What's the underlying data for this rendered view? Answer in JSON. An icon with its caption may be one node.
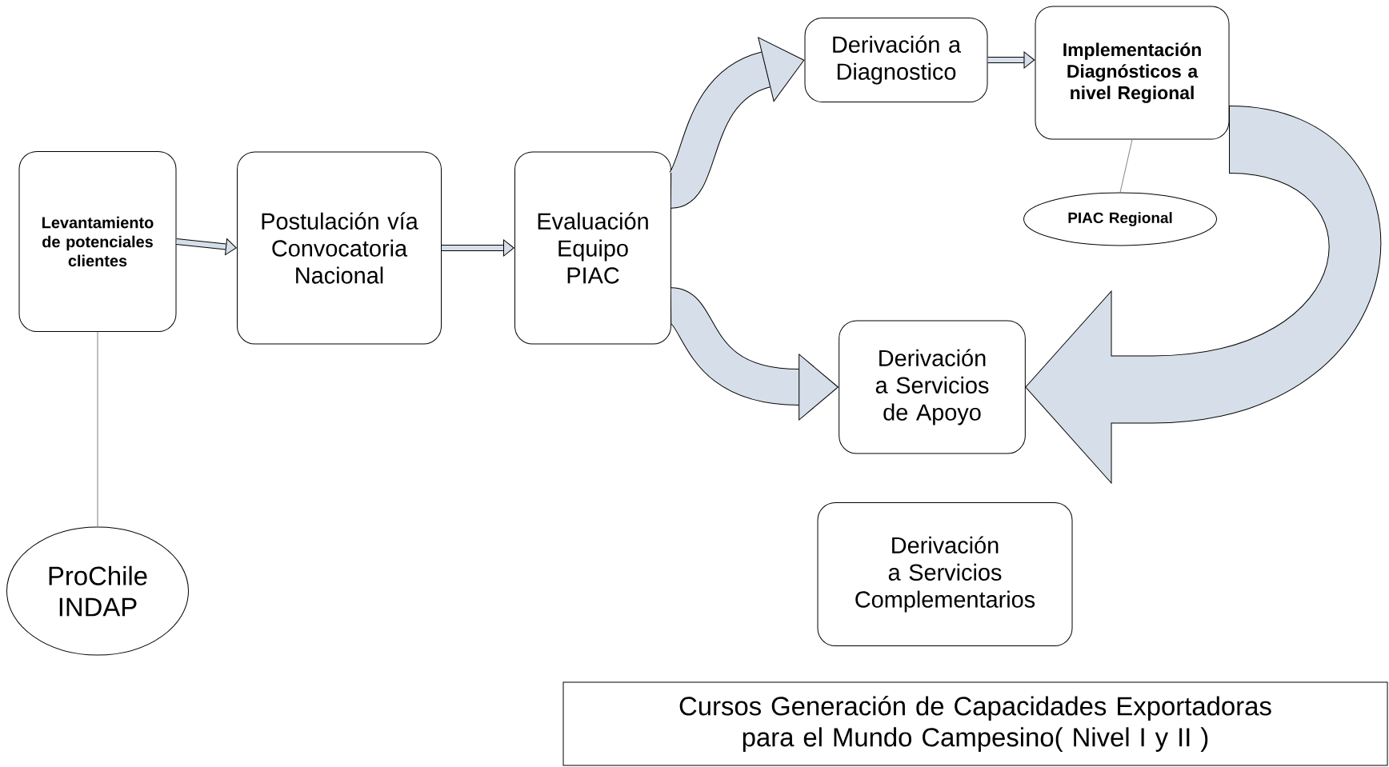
{
  "diagram": {
    "nodes": [
      {
        "text": [
          "Levantamiento de potenciales clientes"
        ]
      },
      {
        "text": [
          "Postulación vía Convocatoria Nacional"
        ]
      },
      {
        "text": [
          "Evaluación Equipo PIAC"
        ]
      },
      {
        "text": [
          "Derivación a Diagnostico"
        ]
      },
      {
        "text": [
          "Implementación Diagnósticos a nivel Regional"
        ]
      },
      {
        "text": [
          "PIAC Regional"
        ]
      },
      {
        "text": [
          "Derivación a Servicios de Apoyo"
        ]
      },
      {
        "text": [
          "Derivación a Servicios Complementarios"
        ]
      },
      {
        "text": [
          "ProChile INDAP"
        ]
      },
      {
        "text": [
          "Cursos Generación de Capacidades Exportadoras para el Mundo Campesino( Nivel I y II )"
        ]
      }
    ],
    "edges": [
      {
        "from": 0,
        "to": 1,
        "arrow": "to"
      },
      {
        "from": 1,
        "to": 2,
        "arrow": "to"
      },
      {
        "from": 2,
        "to": 3,
        "arrow": "to",
        "style": "thick"
      },
      {
        "from": 2,
        "to": 6,
        "arrow": "to",
        "style": "thick"
      },
      {
        "from": 3,
        "to": 4,
        "arrow": "to"
      },
      {
        "from": 4,
        "to": 5,
        "arrow": "none",
        "color": "#808080"
      },
      {
        "from": 0,
        "to": 8,
        "arrow": "none",
        "color": "#808080"
      },
      {
        "from": 4,
        "to": 6,
        "arrow": "to",
        "style": "thick"
      }
    ]
  }
}
